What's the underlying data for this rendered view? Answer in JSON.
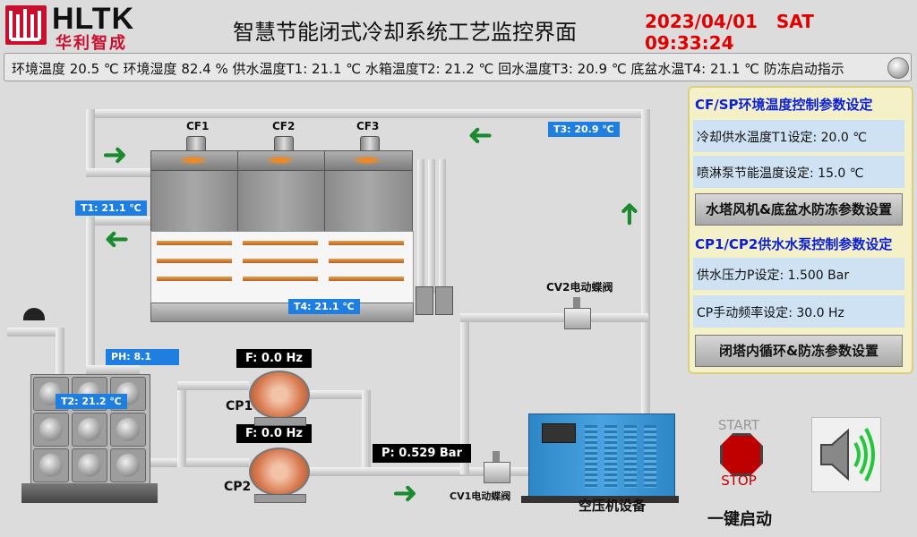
{
  "header": {
    "logo_text": "HLTK",
    "logo_cn": "华利智成",
    "title": "智慧节能闭式冷却系统工艺监控界面",
    "date": "2023/04/01",
    "weekday": "SAT",
    "time": "09:33:24"
  },
  "status_bar": {
    "text": "环境温度 20.5 ℃  环境湿度 82.4 %   供水温度T1:  21.1 ℃  水箱温度T2:  21.2 ℃  回水温度T3:  20.9 ℃ 底盆水温T4:  21.1 ℃ 防冻启动指示"
  },
  "tower": {
    "fan_labels": [
      "CF1",
      "CF2",
      "CF3"
    ]
  },
  "tags": {
    "t3": "T3: 20.9 ℃",
    "t1": "T1:  21.1 ℃",
    "t4": "T4:  21.1 ℃",
    "t2": "T2:  21.2 ℃",
    "ph": "PH:  8.1",
    "cp1_freq": "F:  0.0 Hz",
    "cp2_freq": "F:  0.0 Hz",
    "pressure": "P:  0.529 Bar"
  },
  "labels": {
    "cp1": "CP1",
    "cp2": "CP2",
    "cv2": "CV2电动蝶阀",
    "cv1": "CV1电动蝶阀",
    "compressor": "空压机设备",
    "one_key_start": "一键启动",
    "start": "START",
    "stop": "STOP"
  },
  "param_panel": {
    "section1_title": "CF/SP环境温度控制参数设定",
    "t1_setpoint": "冷却供水温度T1设定:   20.0  ℃",
    "spray_pump_setpoint": "喷淋泵节能温度设定:   15.0  ℃",
    "btn_antifreeze_tower": "水塔风机&底盆水防冻参数设置",
    "section2_title": "CP1/CP2供水水泵控制参数设定",
    "pressure_setpoint": "供水压力P设定:   1.500   Bar",
    "manual_freq": "CP手动频率设定:    30.0   Hz",
    "btn_loop_antifreeze": "闭塔内循环&防冻参数设置"
  },
  "colors": {
    "accent_red": "#e00000",
    "tag_blue": "#1e7fe0",
    "panel_title_blue": "#0a1fd6",
    "flow_arrow_green": "#1a8a2e"
  }
}
